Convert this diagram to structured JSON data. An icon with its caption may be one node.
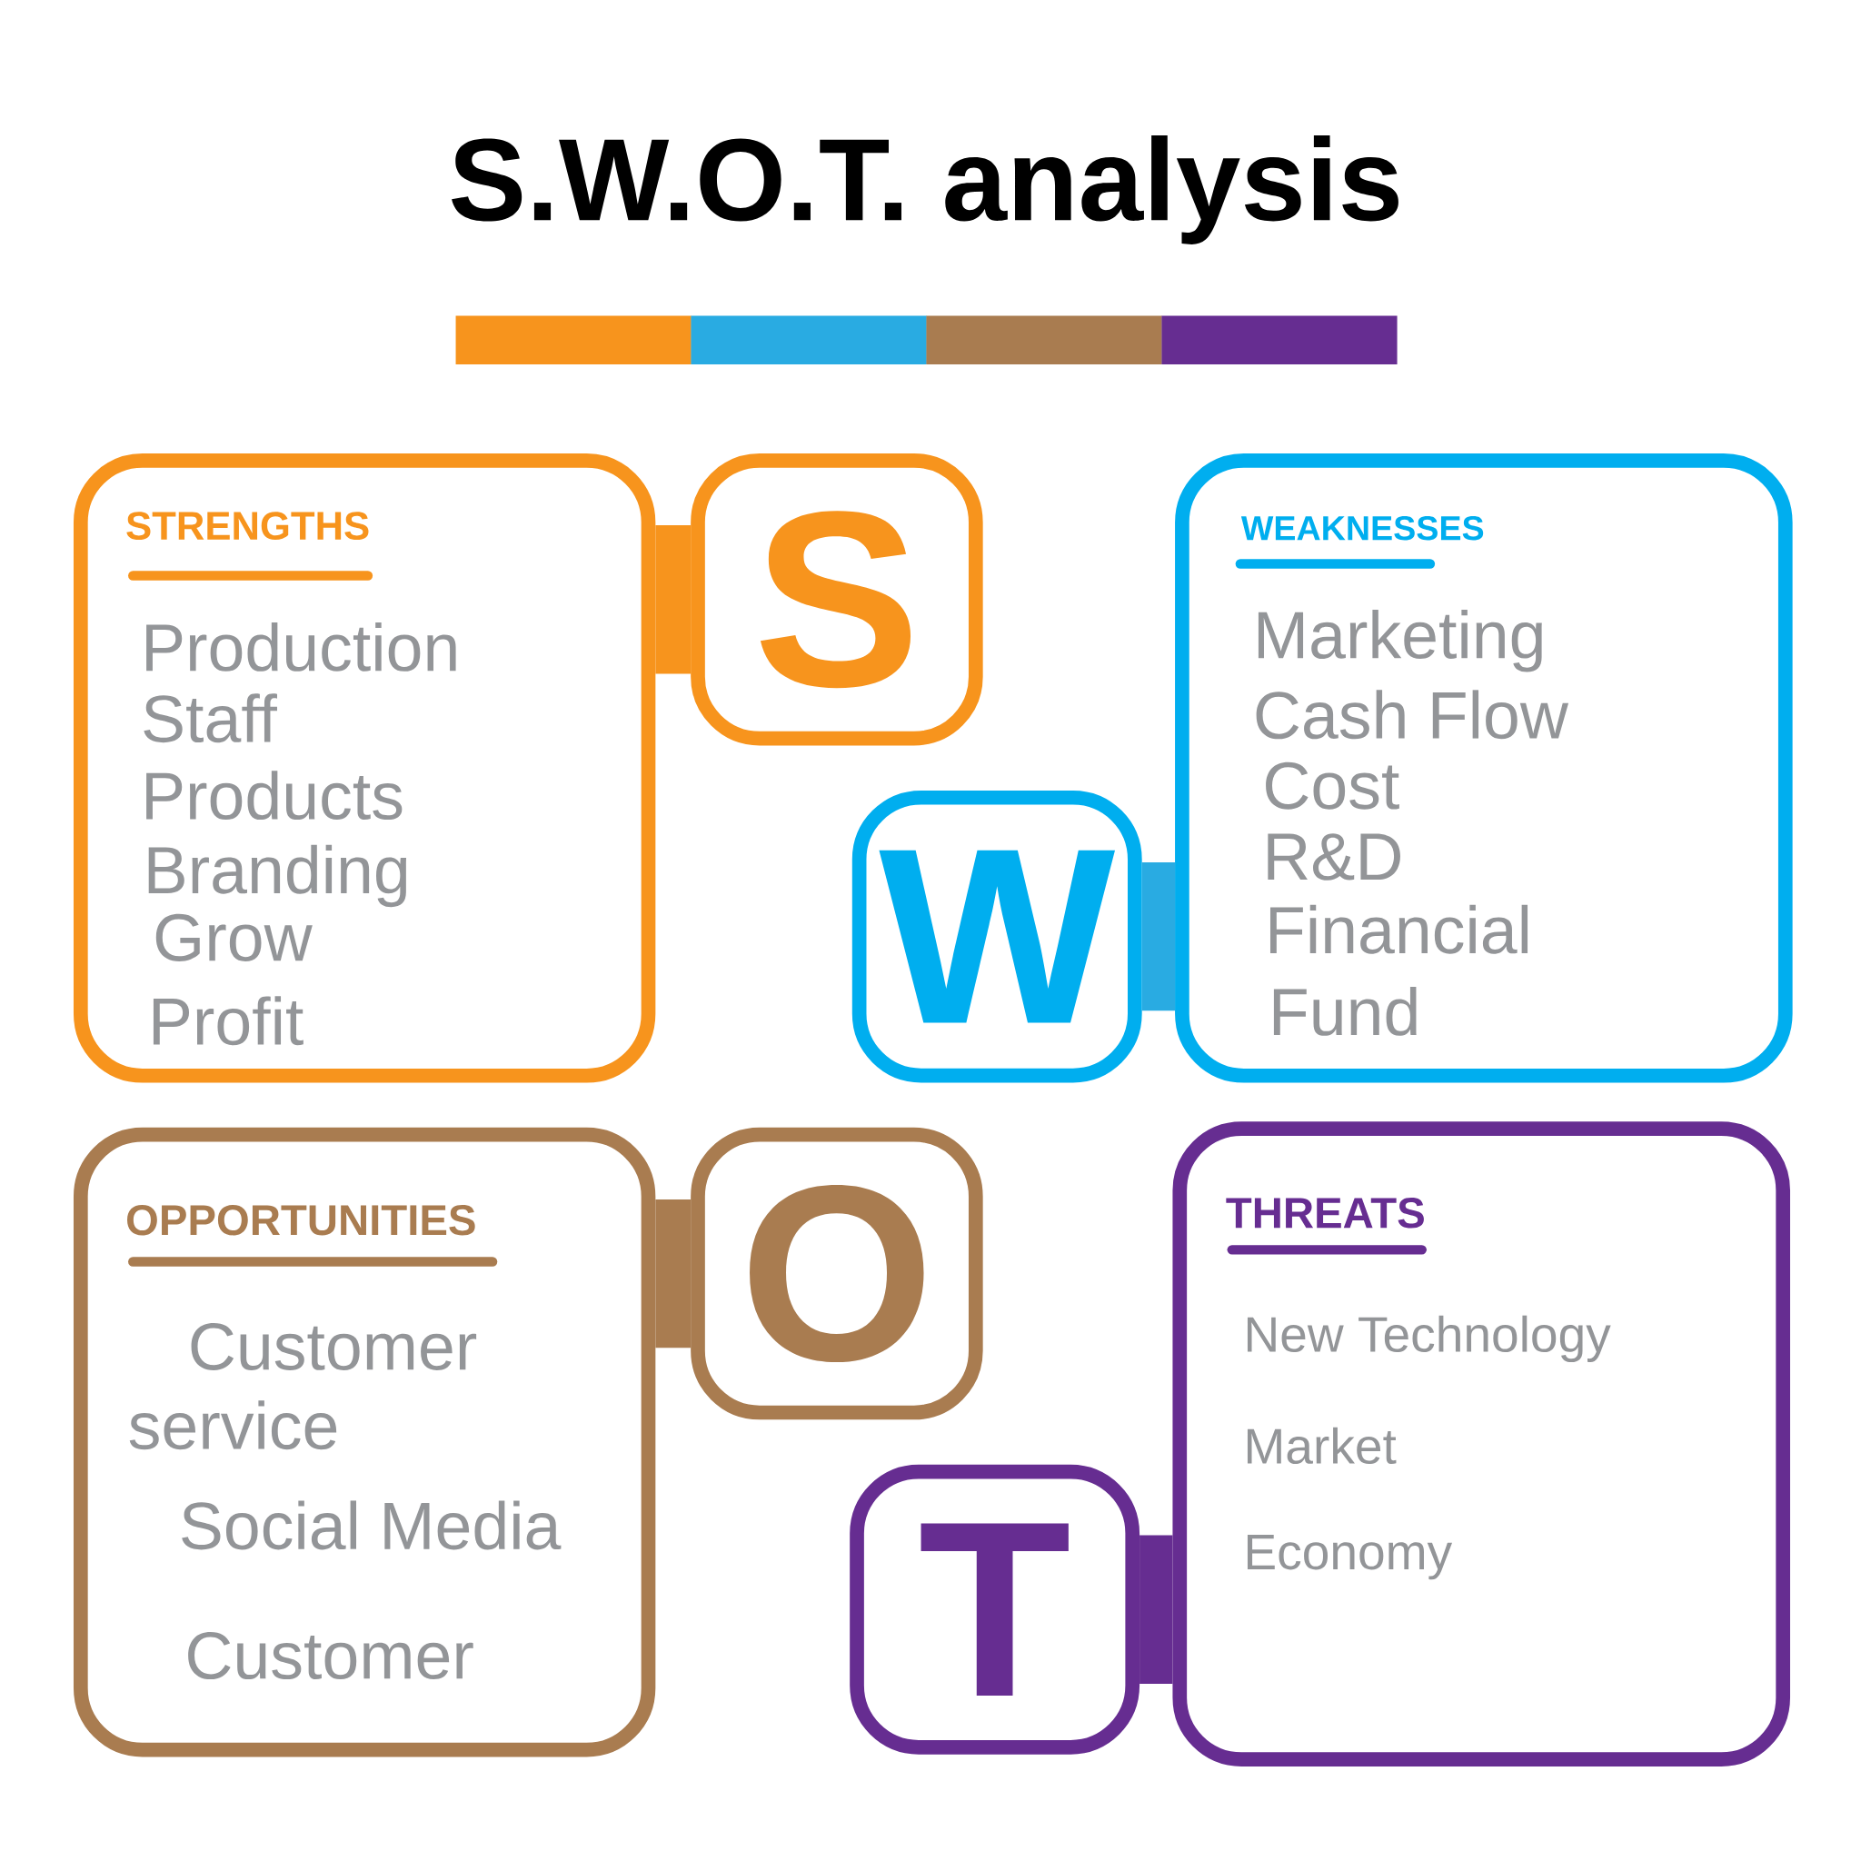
{
  "diagram": {
    "title": "S.W.O.T. analysis",
    "nodes": [
      {
        "text": [
          "STRENGTHS",
          "Production",
          "Staff",
          "Products",
          "Branding",
          "Grow",
          "Profit"
        ]
      },
      {
        "text": [
          "S"
        ]
      },
      {
        "text": [
          "W"
        ]
      },
      {
        "text": [
          "WEAKNESSES",
          "Marketing",
          "Cash Flow",
          "Cost",
          "R&D",
          "Financial",
          "Fund"
        ]
      },
      {
        "text": [
          "OPPORTUNITIES",
          "Customer service",
          "Social Media",
          "Customer"
        ]
      },
      {
        "text": [
          "O"
        ]
      },
      {
        "text": [
          "T"
        ]
      },
      {
        "text": [
          "THREATS",
          "New Technology",
          "Market",
          "Economy"
        ]
      }
    ],
    "edges": [
      {
        "from": 0,
        "to": 1,
        "arrow": "none",
        "color": "#f7941d"
      },
      {
        "from": 2,
        "to": 3,
        "arrow": "none",
        "color": "#29abe2"
      },
      {
        "from": 4,
        "to": 5,
        "arrow": "none",
        "color": "#a97c50"
      },
      {
        "from": 6,
        "to": 7,
        "arrow": "none",
        "color": "#662d91"
      }
    ]
  }
}
